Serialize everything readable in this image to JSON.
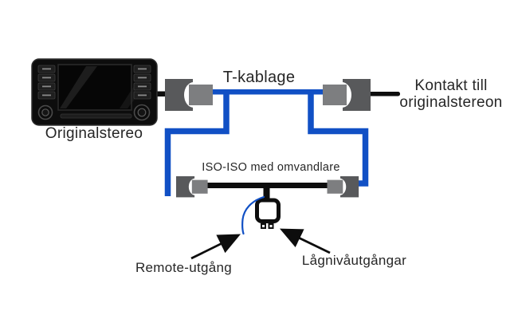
{
  "diagram": {
    "labels": {
      "stereo": "Originalstereo",
      "t_cable": "T-kablage",
      "oem_connector": {
        "line1": "Kontakt till",
        "line2": "originalstereon"
      },
      "iso_adapter": "ISO-ISO med omvandlare",
      "remote_output": "Remote-utgång",
      "low_level_outputs": "Lågnivåutgångar"
    },
    "colors": {
      "cable_blue": "#1150c5",
      "cable_black": "#0d0d0d",
      "connector_dark": "#58595b",
      "connector_light": "#7d7e80",
      "label_text": "#262626",
      "background": "#ffffff"
    }
  }
}
